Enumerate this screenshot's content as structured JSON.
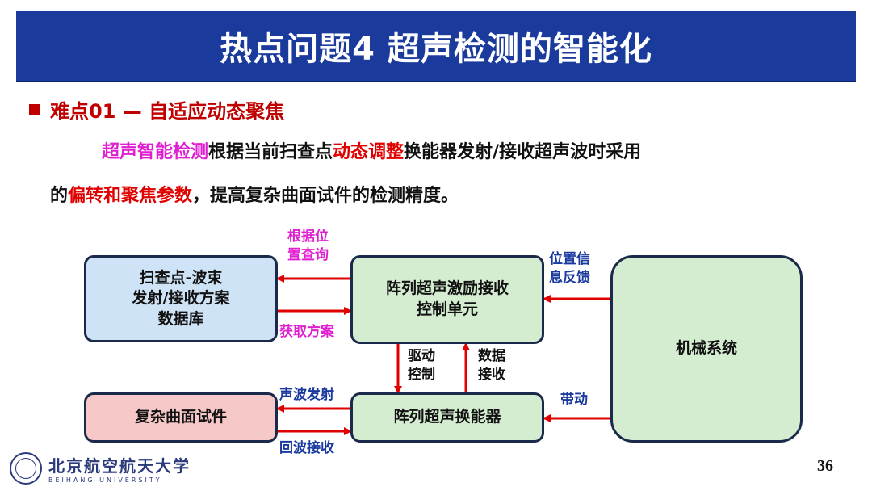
{
  "title": "热点问题4 超声检测的智能化",
  "bullet": "难点01 — 自适应动态聚焦",
  "paragraph": {
    "line1_a": "超声智能检测",
    "line1_b": "根据当前扫查点",
    "line1_c": "动态调整",
    "line1_d": "换能器发射/接收超声波时采用",
    "line2_a": "的",
    "line2_b": "偏转和聚焦参数",
    "line2_c": "，提高复杂曲面试件的检测精度。"
  },
  "diagram": {
    "boxes": {
      "database": [
        "扫查点-波束",
        "发射/接收方案",
        "数据库"
      ],
      "control_unit": [
        "阵列超声激励接收",
        "控制单元"
      ],
      "mechanical": "机械系统",
      "specimen": "复杂曲面试件",
      "transducer": "阵列超声换能器"
    },
    "labels": {
      "query": [
        "根据位",
        "置查询"
      ],
      "obtain": "获取方案",
      "position_feedback": [
        "位置信",
        "息反馈"
      ],
      "drive_control": [
        "驱动",
        "控制"
      ],
      "data_receive": [
        "数据",
        "接收"
      ],
      "transmit": "声波发射",
      "echo": "回波接收",
      "drive": "带动"
    }
  },
  "footer": {
    "logo_cn": "北京航空航天大学",
    "logo_en": "BEIHANG UNIVERSITY",
    "page_number": "36"
  },
  "colors": {
    "title_bg": "#1a3a9c",
    "arrow": "#e00000",
    "emphasis_red": "#e00000",
    "emphasis_magenta": "#e020d0"
  }
}
